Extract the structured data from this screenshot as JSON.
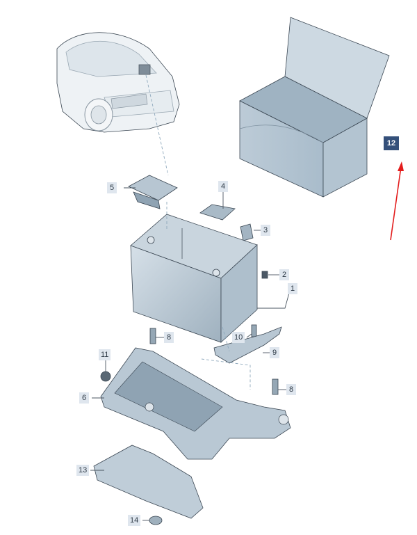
{
  "callouts": [
    {
      "id": "1",
      "label": "1"
    },
    {
      "id": "2",
      "label": "2"
    },
    {
      "id": "3",
      "label": "3"
    },
    {
      "id": "4",
      "label": "4"
    },
    {
      "id": "5",
      "label": "5"
    },
    {
      "id": "6",
      "label": "6"
    },
    {
      "id": "8a",
      "label": "8"
    },
    {
      "id": "8b",
      "label": "8"
    },
    {
      "id": "9",
      "label": "9"
    },
    {
      "id": "10",
      "label": "10"
    },
    {
      "id": "11",
      "label": "11"
    },
    {
      "id": "12",
      "label": "12",
      "highlighted": true
    },
    {
      "id": "13",
      "label": "13"
    },
    {
      "id": "14",
      "label": "14"
    }
  ],
  "colors": {
    "part_fill": "#c7d3dd",
    "part_dark": "#8fa3b3",
    "highlight_tag": "#34507a",
    "tag_bg": "#dfe6ee",
    "arrow": "#e31c1c",
    "leader_dash": "#8ea8bc"
  },
  "icons": [
    "car-illustration",
    "battery-box-illustration",
    "red-arrow-indicator"
  ]
}
